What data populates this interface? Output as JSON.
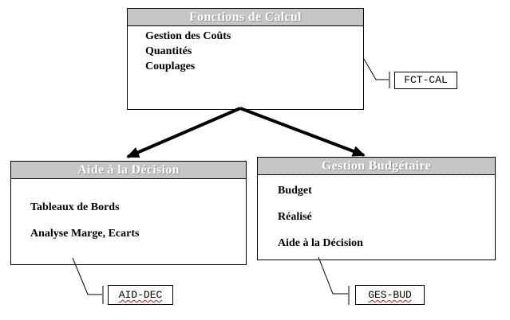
{
  "diagram": {
    "nodes": {
      "calcul": {
        "title": "Fonctions de Calcul",
        "items": [
          "Gestion des Coûts",
          "Quantités",
          "Couplages"
        ],
        "tag": "FCT-CAL"
      },
      "aide": {
        "title": "Aide à la Décision",
        "items": [
          "Tableaux de Bords",
          "Analyse Marge, Ecarts"
        ],
        "tag": "AID-DEC"
      },
      "budget": {
        "title": "Gestion Budgétaire",
        "items": [
          "Budget",
          "Réalisé",
          "Aide à la Décision"
        ],
        "tag": "GES-BUD"
      }
    },
    "colors": {
      "background": "#ffffff",
      "header_bg": "#c6c6c6",
      "header_text": "#ffffff",
      "border": "#000000",
      "arrow": "#000000",
      "squiggle": "#ff0000"
    }
  }
}
